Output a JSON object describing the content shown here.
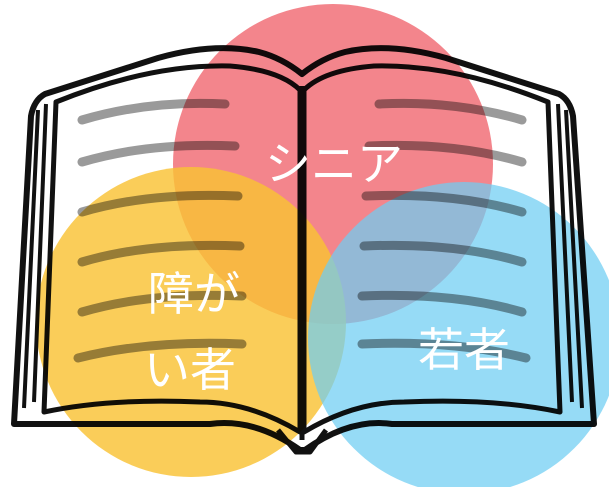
{
  "labels": {
    "seniors": "シニア",
    "disabled_line1": "障が",
    "disabled_line2": "い者",
    "youth": "若者"
  },
  "colors": {
    "seniors": "#f0636b",
    "disabled": "#f9c235",
    "youth": "#6dcdf3",
    "book_outline": "#111111",
    "book_lines": "#9a9a9a"
  },
  "icons": {
    "book": "open-book-icon"
  }
}
